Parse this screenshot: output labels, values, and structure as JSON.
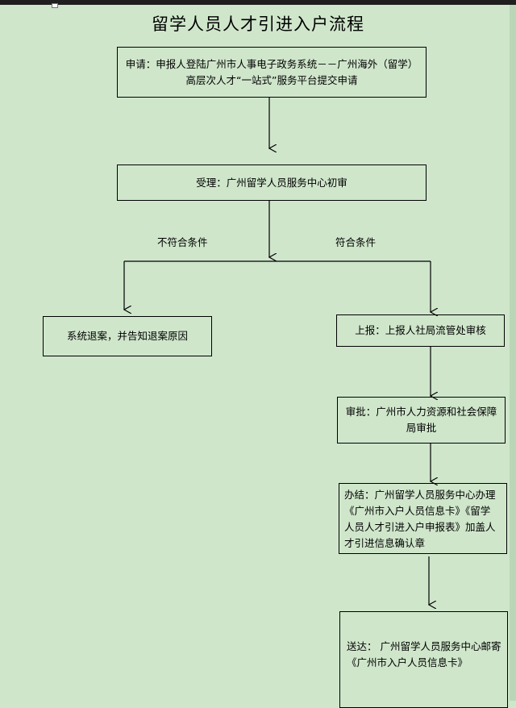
{
  "title": "留学人员人才引进入户流程",
  "steps": {
    "apply": {
      "line1": "申请：申报人登陆广州市人事电子政务系统－－广州海外（留学）",
      "line2": "高层次人才“一站式”服务平台提交申请"
    },
    "accept": "受理：广州留学人员服务中心初审",
    "reject": "系统退案，并告知退案原因",
    "report": "上报：上报人社局流管处审核",
    "approve": {
      "line1": "审批：广州市人力资源和社会保障",
      "line2": "局审批"
    },
    "handle": {
      "line1": "办结：广州留学人员服务中心办理",
      "line2": "《广州市入户人员信息卡》《留学",
      "line3": "人员人才引进入户申报表》加盖人",
      "line4": "才引进信息确认章"
    },
    "deliver": {
      "line1": "送达：  广州留学人员服务中心邮寄",
      "line2": "《广州市入户人员信息卡》"
    }
  },
  "branches": {
    "no": "不符合条件",
    "yes": "符合条件"
  },
  "colors": {
    "background": "#cfe6cb",
    "line": "#000000"
  }
}
